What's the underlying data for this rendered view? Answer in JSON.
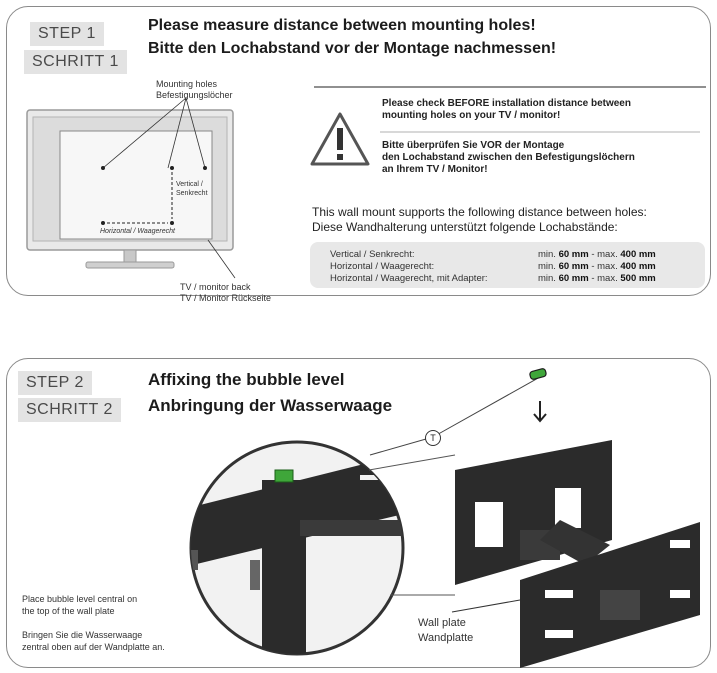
{
  "step1": {
    "tag_en": "STEP  1",
    "tag_de": "SCHRITT 1",
    "title_en": "Please measure distance between mounting holes!",
    "title_de": "Bitte den Lochabstand vor der Montage nachmessen!",
    "mounting_holes_en": "Mounting holes",
    "mounting_holes_de": "Befestigungslöcher",
    "vertical_label_1": "Vertical /",
    "vertical_label_2": "Senkrecht",
    "horizontal_label": "Horizontal / Waagerecht",
    "tv_back_en": "TV / monitor back",
    "tv_back_de": "TV / Monitor Rückseite",
    "warning_en_1": "Please check BEFORE installation distance between",
    "warning_en_2": "mounting holes on your TV / monitor!",
    "warning_de_1": "Bitte überprüfen Sie VOR der Montage",
    "warning_de_2": "den Lochabstand zwischen den Befestigungslöchern",
    "warning_de_3": "an Ihrem TV / Monitor!",
    "supports_en": "This wall mount supports the following distance between holes:",
    "supports_de": "Diese Wandhalterung unterstützt folgende Lochabstände:",
    "specs": [
      {
        "label": "Vertical / Senkrecht:",
        "min_prefix": "min. ",
        "min": "60 mm",
        "mid": " - max. ",
        "max": "400 mm"
      },
      {
        "label": "Horizontal / Waagerecht:",
        "min_prefix": "min. ",
        "min": "60 mm",
        "mid": " - max. ",
        "max": "400 mm"
      },
      {
        "label": "Horizontal / Waagerecht, mit Adapter:",
        "min_prefix": "min. ",
        "min": "60 mm",
        "mid": " - max. ",
        "max": "500 mm"
      }
    ]
  },
  "step2": {
    "tag_en": "STEP 2",
    "tag_de": "SCHRITT 2",
    "title_en": "Affixing the bubble level",
    "title_de": "Anbringung der Wasserwaage",
    "callout": "T",
    "place_en_1": "Place bubble level central on",
    "place_en_2": "the top of the wall plate",
    "place_de_1": "Bringen Sie die Wasserwaage",
    "place_de_2": "zentral oben auf der Wandplatte an.",
    "wall_plate_en": "Wall plate",
    "wall_plate_de": "Wandplatte"
  },
  "colors": {
    "frame": "#8a8a8a",
    "tag_bg": "#e3e3e3",
    "spec_bg": "#e8e8e8",
    "metal": "#2b2b2b",
    "bubble": "#3fa63a"
  },
  "icons": [
    "warning-triangle-icon",
    "arrow-down-icon"
  ]
}
